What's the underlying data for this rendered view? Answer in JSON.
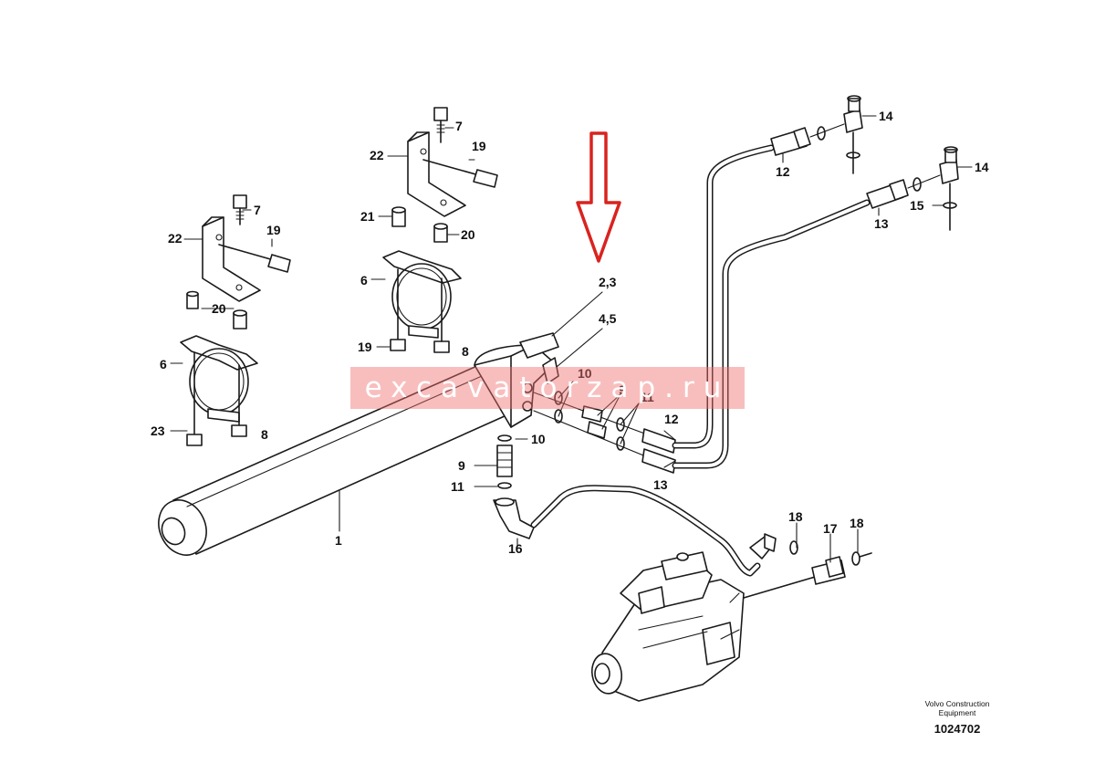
{
  "callouts": {
    "c1": "1",
    "c2_3": "2,3",
    "c4_5": "4,5",
    "c6": "6",
    "c7": "7",
    "c8": "8",
    "c9": "9",
    "c10": "10",
    "c11": "11",
    "c12": "12",
    "c13": "13",
    "c14": "14",
    "c15": "15",
    "c16": "16",
    "c17": "17",
    "c18": "18",
    "c19": "19",
    "c20": "20",
    "c21": "21",
    "c22": "22",
    "c23": "23"
  },
  "watermark": "excavatorzap.ru",
  "manufacturer": "Volvo Construction Equipment",
  "drawing_number": "1024702",
  "colors": {
    "line": "#1a1a1a",
    "arrow": "#d9231f",
    "watermark_band": "#f06e6e"
  }
}
